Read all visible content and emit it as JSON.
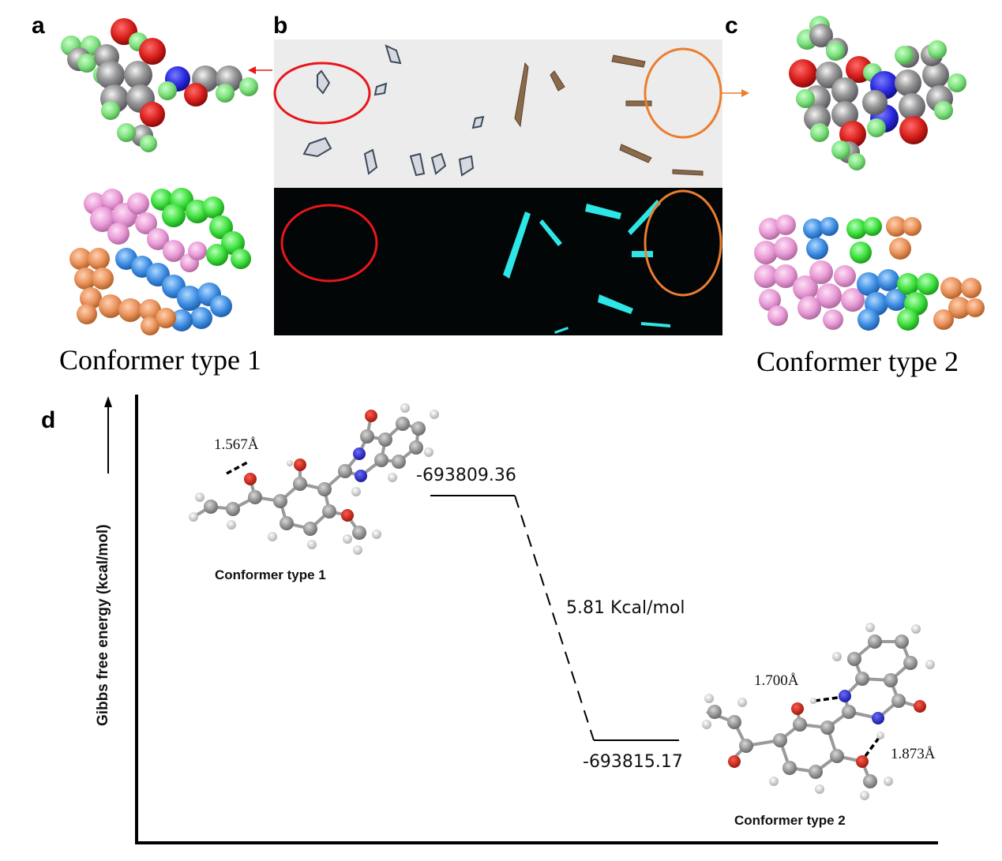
{
  "panels": {
    "a": {
      "letter": "a",
      "caption": "Conformer type 1",
      "description": "space-filling model of single molecule and packing of four molecules (pink, green, blue, orange)"
    },
    "b": {
      "letter": "b",
      "top_image": "bright-field micrograph of crystals",
      "bottom_image": "fluorescence micrograph of crystals (cyan emission)",
      "highlight_colors": {
        "left_circle": "#e8161b",
        "right_circle": "#ec7d2e"
      }
    },
    "c": {
      "letter": "c",
      "caption": "Conformer type 2",
      "description": "space-filling model of single molecule and stacked packing of four molecules"
    },
    "d": {
      "letter": "d",
      "ylabel": "Gibbs free energy (kcal/mol)",
      "conformer1_label": "Conformer type 1",
      "conformer2_label": "Conformer type 2",
      "bond1": "1.567Å",
      "bond2": "1.700Å",
      "bond3": "1.873Å",
      "energy_high": "-693809.36",
      "energy_low": "-693815.17",
      "delta": "5.81 Kcal/mol"
    }
  },
  "colors": {
    "carbon": "#8c8c8c",
    "oxygen": "#d8201c",
    "nitrogen": "#2a2ae0",
    "hydrogen_sf": "#7ee07e",
    "hydrogen_bs": "#e8e8e8",
    "pink": "#e99ad6",
    "green": "#3ee03e",
    "blue": "#3f8ee3",
    "orange": "#e8915a",
    "cyan": "#2ee6e6"
  },
  "chart_data": {
    "type": "line",
    "title": "",
    "xlabel": "",
    "ylabel": "Gibbs free energy (kcal/mol)",
    "levels": [
      {
        "name": "Conformer type 1",
        "energy": -693809.36
      },
      {
        "name": "Conformer type 2",
        "energy": -693815.17
      }
    ],
    "annotation": "5.81 Kcal/mol",
    "grid": false
  }
}
